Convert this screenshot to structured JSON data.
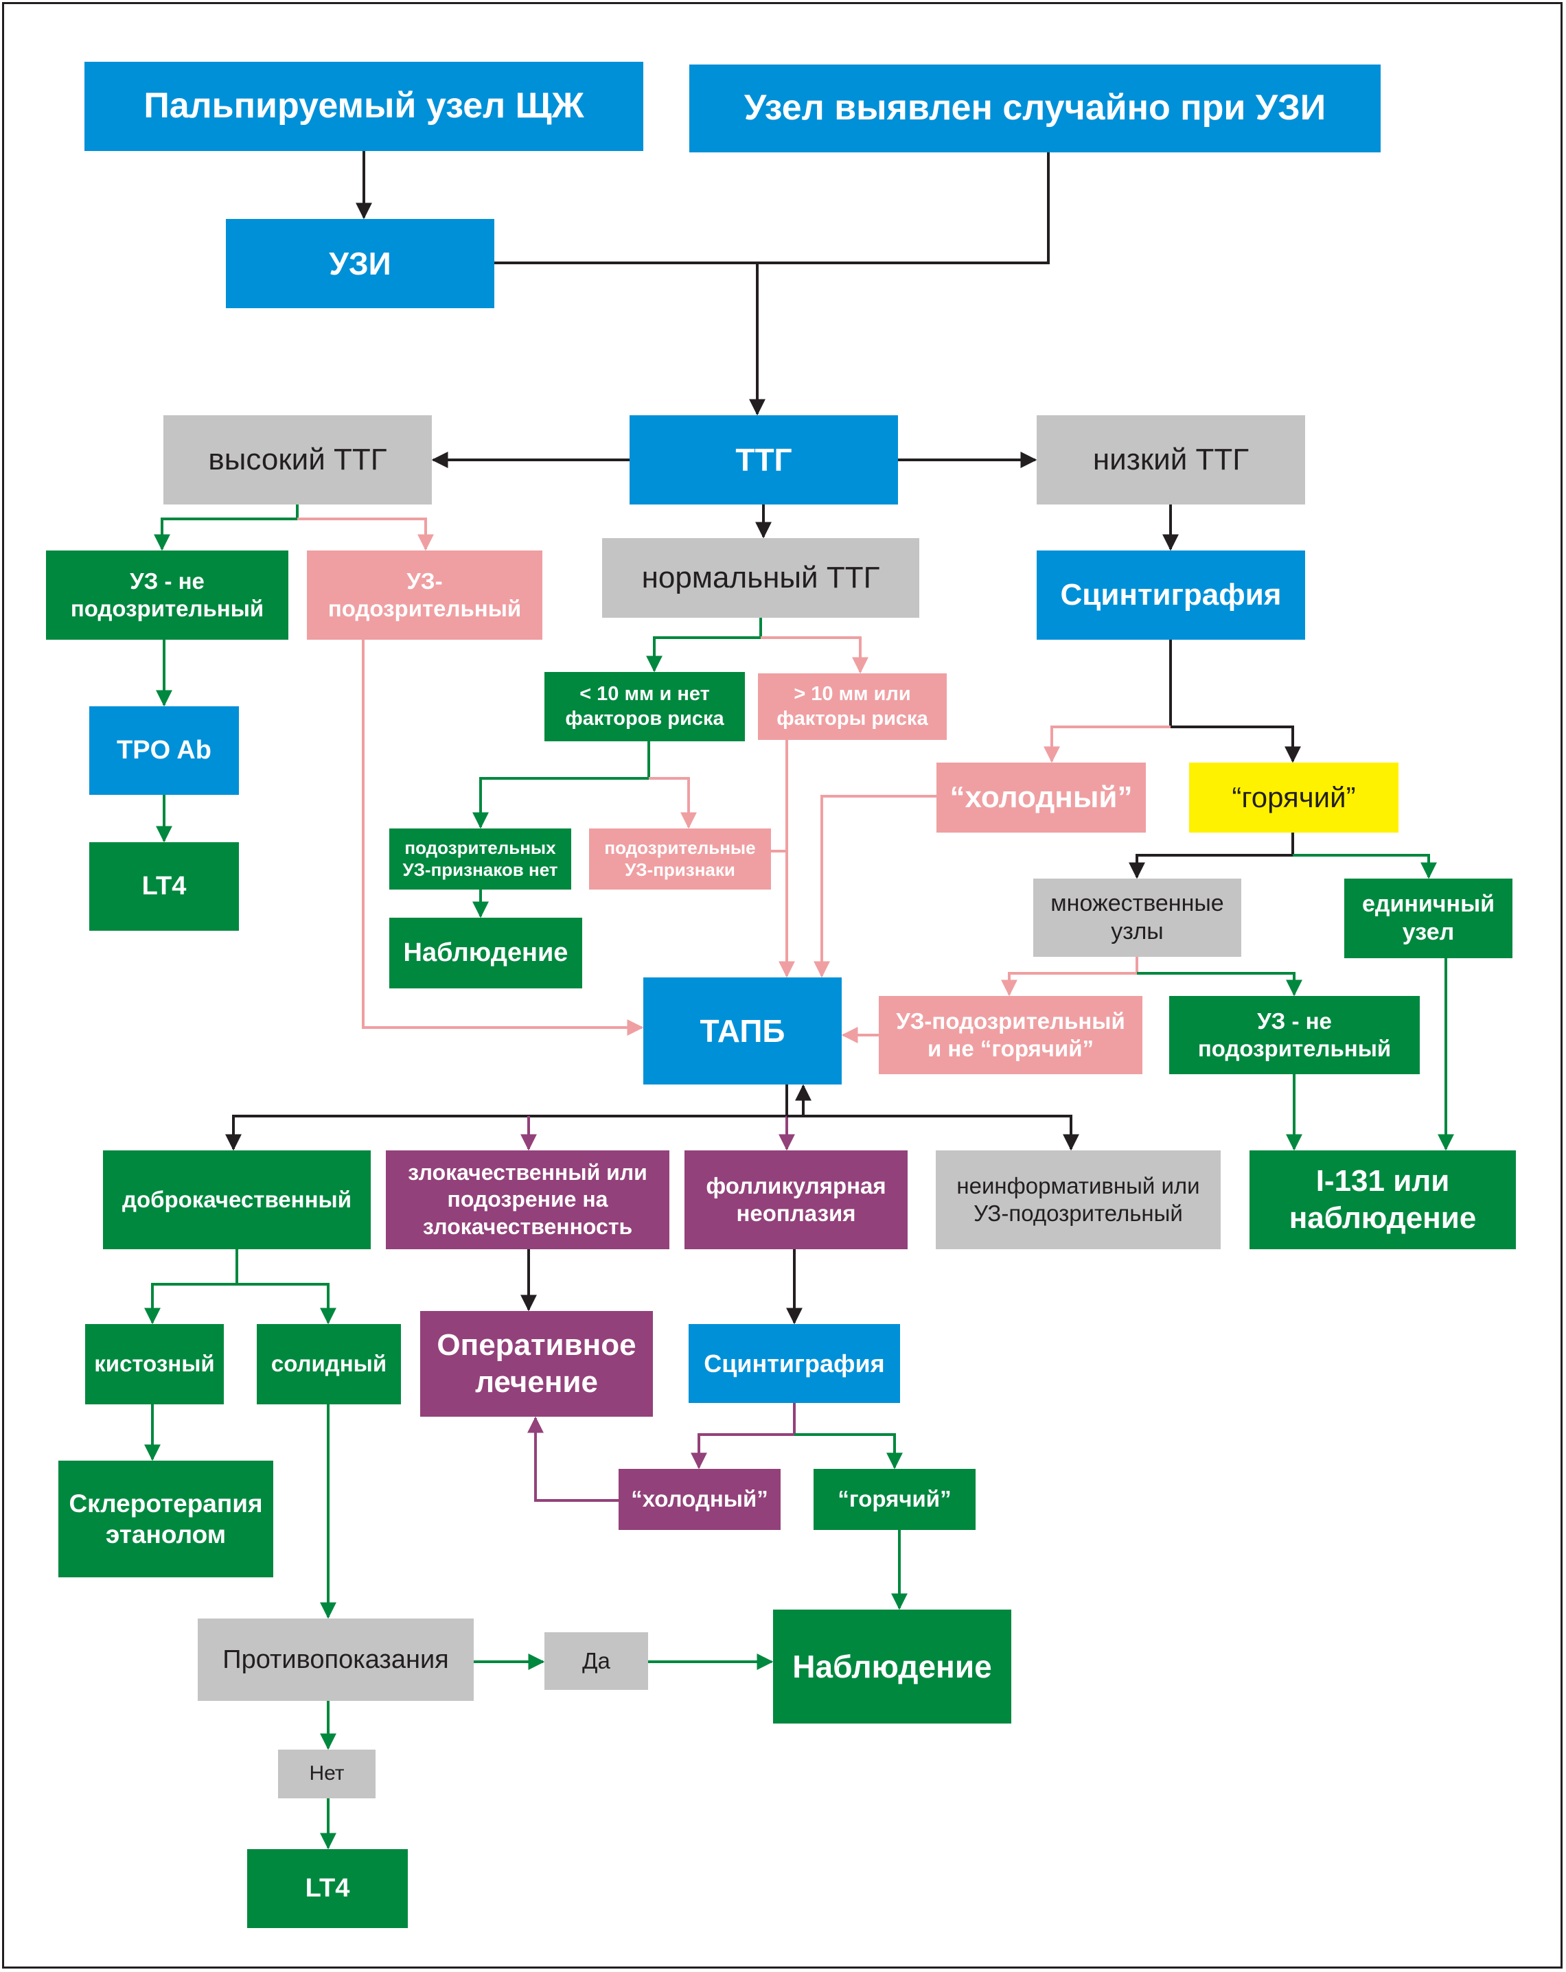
{
  "colors": {
    "blue": "#0090d8",
    "green": "#00883f",
    "pink": "#ef9fa2",
    "purple": "#93417a",
    "gray": "#c4c4c4",
    "yellow": "#fff200",
    "black": "#231f20"
  },
  "nodes": {
    "palp": "Пальпируемый узел ЩЖ",
    "incidental": "Узел выявлен случайно при УЗИ",
    "uzi": "УЗИ",
    "ttg": "ТТГ",
    "high_ttg": "высокий ТТГ",
    "low_ttg": "низкий ТТГ",
    "normal_ttg": "нормальный ТТГ",
    "uz_not_susp_1": "УЗ - не\nподозрительный",
    "uz_susp_1": "УЗ-\nподозрительный",
    "scint_1": "Сцинтиграфия",
    "tpo_ab": "TPO Ab",
    "lt4_1": "LT4",
    "lt10": "< 10 мм и нет\nфакторов риска",
    "gt10": "> 10 мм или\nфакторы риска",
    "cold_1": "“холодный”",
    "hot_1": "“горячий”",
    "no_susp_signs": "подозрительных\nУЗ-признаков нет",
    "susp_signs": "подозрительные\nУЗ-признаки",
    "obs_1": "Наблюдение",
    "multi": "множественные\nузлы",
    "single": "единичный\nузел",
    "tapb": "ТАПБ",
    "uz_susp_not_hot": "УЗ-подозрительный\nи не “горячий”",
    "uz_not_susp_2": "УЗ - не\nподозрительный",
    "i131": "I-131 или\nнаблюдение",
    "benign": "доброкачественный",
    "malignant": "злокачественный или\nподозрение на\nзлокачественность",
    "follicular": "фолликулярная\nнеоплазия",
    "noninf": "неинформативный или\nУЗ-подозрительный",
    "cystic": "кистозный",
    "solid": "солидный",
    "surgery": "Оперативное\nлечение",
    "scint_2": "Сцинтиграфия",
    "sclero": "Склеротерапия\nэтанолом",
    "cold_2": "“холодный”",
    "hot_2": "“горячий”",
    "contra": "Противопоказания",
    "yes": "Да",
    "obs_2": "Наблюдение",
    "no": "Нет",
    "lt4_2": "LT4"
  }
}
